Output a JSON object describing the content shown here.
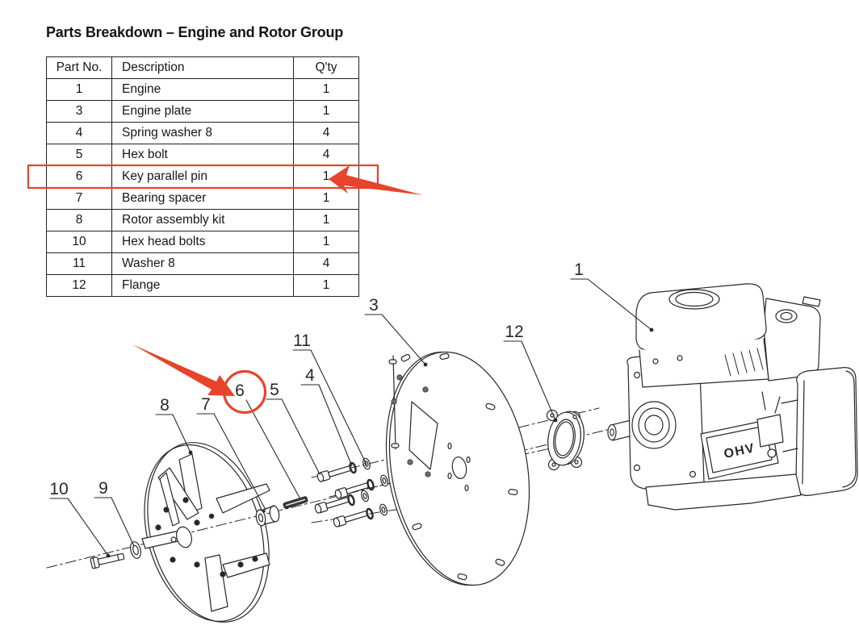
{
  "page": {
    "title": "Parts Breakdown – Engine and Rotor Group"
  },
  "table": {
    "headers": {
      "part": "Part No.",
      "desc": "Description",
      "qty": "Q'ty"
    },
    "rows": [
      {
        "part": "1",
        "desc": "Engine",
        "qty": "1"
      },
      {
        "part": "3",
        "desc": "Engine plate",
        "qty": "1"
      },
      {
        "part": "4",
        "desc": "Spring washer 8",
        "qty": "4"
      },
      {
        "part": "5",
        "desc": "Hex bolt",
        "qty": "4"
      },
      {
        "part": "6",
        "desc": "Key parallel pin",
        "qty": "1"
      },
      {
        "part": "7",
        "desc": "Bearing spacer",
        "qty": "1"
      },
      {
        "part": "8",
        "desc": "Rotor assembly kit",
        "qty": "1"
      },
      {
        "part": "10",
        "desc": "Hex head bolts",
        "qty": "1"
      },
      {
        "part": "11",
        "desc": "Washer 8",
        "qty": "4"
      },
      {
        "part": "12",
        "desc": "Flange",
        "qty": "1"
      }
    ],
    "highlighted_part": "6"
  },
  "diagram": {
    "engine_label": "OHV",
    "callouts": {
      "c1": "1",
      "c3": "3",
      "c12": "12",
      "c11": "11",
      "c4": "4",
      "c6": "6",
      "c5": "5",
      "c8": "8",
      "c7": "7",
      "c9": "9",
      "c10": "10"
    }
  },
  "colors": {
    "line": "#2b2627",
    "accent_red": "#e8432b"
  }
}
